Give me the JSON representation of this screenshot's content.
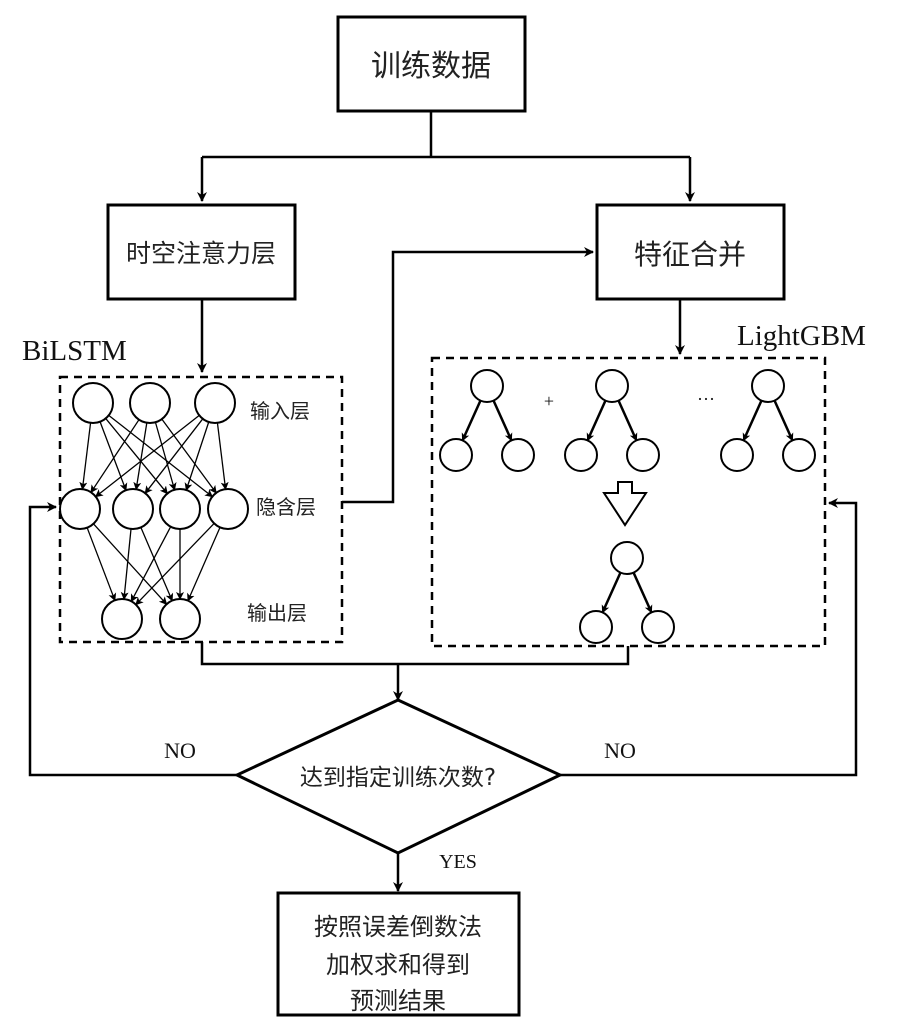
{
  "title": "BiLSTM-LightGBM combined training flowchart",
  "nodes": {
    "training_data": "训练数据",
    "attention_layer": "时空注意力层",
    "feature_merge": "特征合并",
    "decision": "达到指定训练次数?",
    "result_lines": [
      "按照误差倒数法",
      "加权求和得到",
      "预测结果"
    ]
  },
  "bilstm": {
    "label": "BiLSTM",
    "layers": {
      "input": "输入层",
      "hidden": "隐含层",
      "output": "输出层"
    },
    "neuron_counts": {
      "input": 3,
      "hidden": 4,
      "output": 2
    }
  },
  "lightgbm": {
    "label": "LightGBM",
    "plus": "+",
    "ellipsis": "···",
    "tree_count_shown": 3
  },
  "edge_labels": {
    "no_left": "NO",
    "no_right": "NO",
    "yes": "YES"
  }
}
